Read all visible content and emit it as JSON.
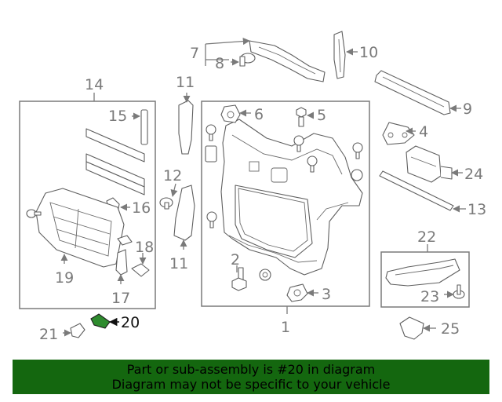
{
  "callouts": [
    "1",
    "2",
    "3",
    "4",
    "5",
    "6",
    "7",
    "8",
    "9",
    "10",
    "11",
    "11",
    "12",
    "13",
    "14",
    "15",
    "16",
    "17",
    "18",
    "19",
    "20",
    "21",
    "22",
    "23",
    "24",
    "25"
  ],
  "highlight_color": "#2e8b2e",
  "banner": {
    "background": "#14670f",
    "line1": "Part or sub-assembly is #20 in diagram",
    "line2": "Diagram may not be specific to your vehicle"
  }
}
